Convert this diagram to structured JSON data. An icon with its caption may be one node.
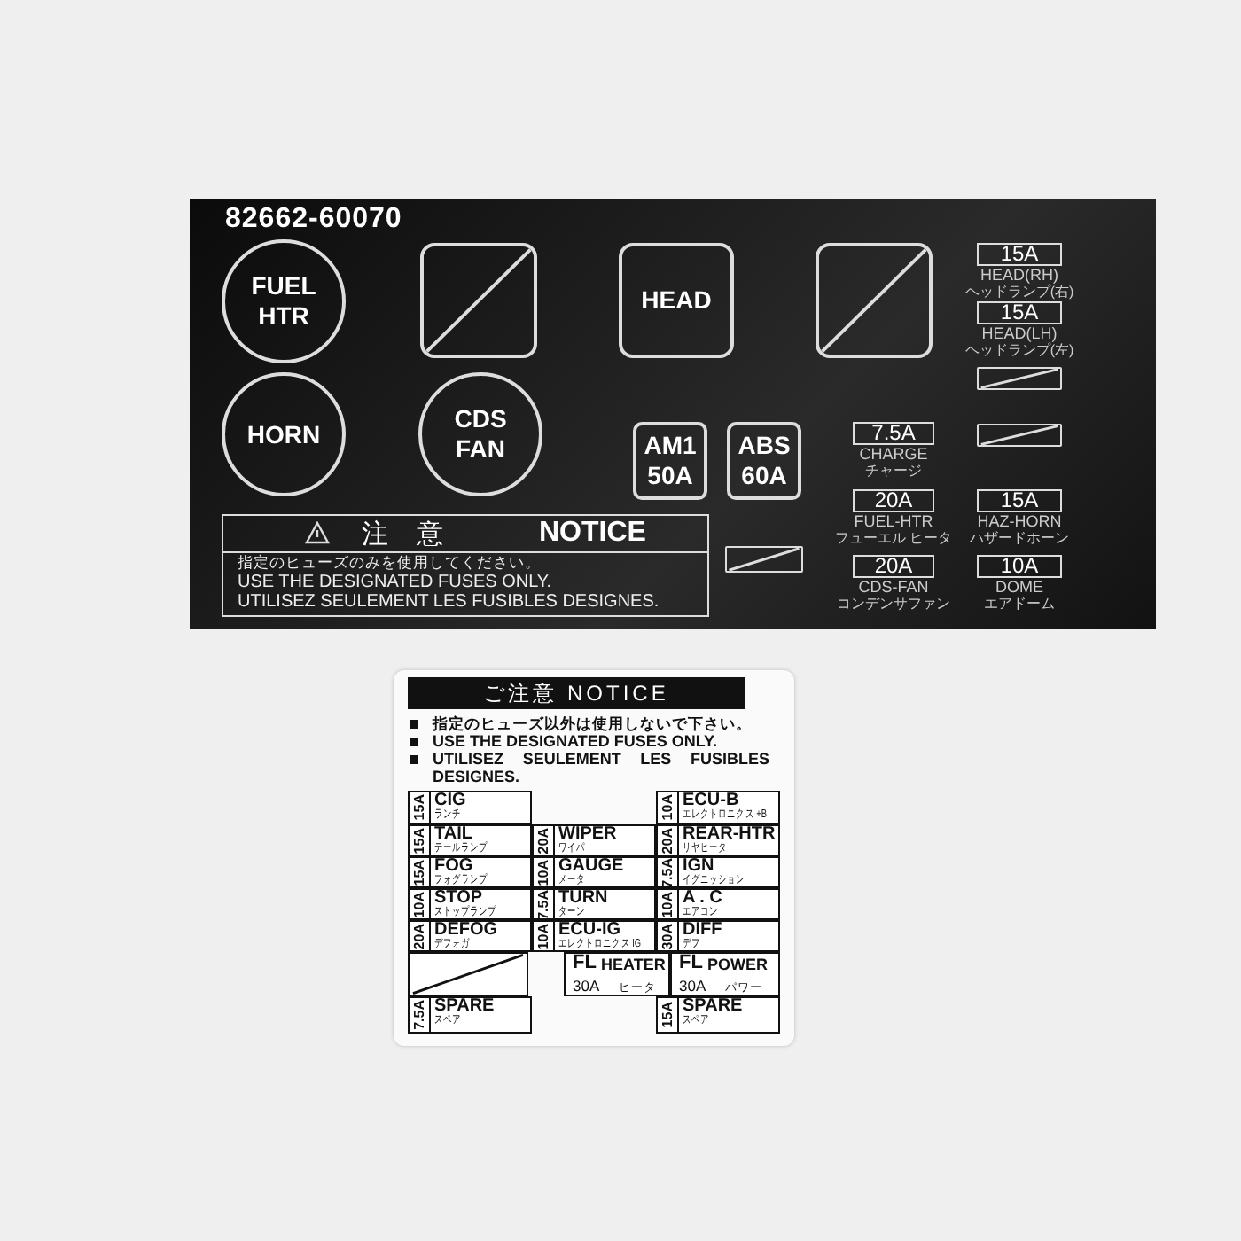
{
  "diagram": {
    "nodes": [
      {
        "text": [
          "82662-60070"
        ]
      },
      {
        "text": [
          "FUEL HTR"
        ],
        "in": 0
      },
      {
        "text": [],
        "shape": "box",
        "in": 0
      },
      {
        "text": [
          "HEAD"
        ],
        "in": 0
      },
      {
        "text": [],
        "shape": "box",
        "in": 0
      },
      {
        "text": [
          "15A"
        ],
        "beside": [
          "HEAD(RH)",
          "ヘッドランプ(右)"
        ],
        "in": 0
      },
      {
        "text": [
          "15A"
        ],
        "beside": [
          "HEAD(LH)",
          "ヘッドランプ(左)"
        ],
        "in": 0
      },
      {
        "text": [],
        "shape": "box",
        "in": 0
      },
      {
        "text": [
          "HORN"
        ],
        "in": 0
      },
      {
        "text": [
          "CDS FAN"
        ],
        "in": 0
      },
      {
        "text": [
          "AM1 50A"
        ],
        "in": 0
      },
      {
        "text": [
          "ABS 60A"
        ],
        "in": 0
      },
      {
        "text": [
          "7.5A"
        ],
        "beside": [
          "CHARGE",
          "チャージ"
        ],
        "in": 0
      },
      {
        "text": [],
        "shape": "box",
        "in": 0
      },
      {
        "text": [
          "20A"
        ],
        "beside": [
          "FUEL-HTR",
          "フューエル ヒータ"
        ],
        "in": 0
      },
      {
        "text": [
          "15A"
        ],
        "beside": [
          "HAZ-HORN",
          "ハザードホーン"
        ],
        "in": 0
      },
      {
        "text": [
          "注 意",
          "NOTICE",
          "指定のヒューズのみを使用してください。",
          "USE THE DESIGNATED FUSES ONLY.",
          "UTILISEZ SEULEMENT LES FUSIBLES DESIGNES."
        ],
        "in": 0
      },
      {
        "text": [],
        "shape": "box",
        "in": 0
      },
      {
        "text": [
          "20A"
        ],
        "beside": [
          "CDS-FAN",
          "コンデンサファン"
        ],
        "in": 0
      },
      {
        "text": [
          "10A"
        ],
        "beside": [
          "DOME",
          "エアドーム"
        ],
        "in": 0
      },
      {
        "text": [
          "ご注意 NOTICE",
          "指定のヒューズ以外は使用しないで下さい。",
          "USE THE DESIGNATED FUSES ONLY.",
          "UTILISEZ SEULEMENT LES FUSIBLES DESIGNES."
        ]
      },
      {
        "text": [
          "15A",
          "CIG",
          "ランチ"
        ],
        "in": 20
      },
      {
        "text": [
          "10A",
          "ECU-B",
          "エレクトロニクス +B"
        ],
        "in": 20
      },
      {
        "text": [
          "15A",
          "TAIL",
          "テールランプ"
        ],
        "in": 20
      },
      {
        "text": [
          "20A",
          "WIPER",
          "ワイパ"
        ],
        "in": 20
      },
      {
        "text": [
          "20A",
          "REAR-HTR",
          "リヤヒータ"
        ],
        "in": 20
      },
      {
        "text": [
          "15A",
          "FOG",
          "フォグランプ"
        ],
        "in": 20
      },
      {
        "text": [
          "10A",
          "GAUGE",
          "メータ"
        ],
        "in": 20
      },
      {
        "text": [
          "7.5A",
          "IGN",
          "イグニッション"
        ],
        "in": 20
      },
      {
        "text": [
          "10A",
          "STOP",
          "ストップランプ"
        ],
        "in": 20
      },
      {
        "text": [
          "7.5A",
          "TURN",
          "ターン"
        ],
        "in": 20
      },
      {
        "text": [
          "10A",
          "A . C",
          "エアコン"
        ],
        "in": 20
      },
      {
        "text": [
          "20A",
          "DEFOG",
          "デフォガ"
        ],
        "in": 20
      },
      {
        "text": [
          "10A",
          "ECU-IG",
          "エレクトロニクス IG"
        ],
        "in": 20
      },
      {
        "text": [
          "30A",
          "DIFF",
          "デフ"
        ],
        "in": 20
      },
      {
        "text": [],
        "shape": "box",
        "in": 20
      },
      {
        "text": [
          "FL",
          "HEATER",
          "30A",
          "ヒータ"
        ],
        "in": 20
      },
      {
        "text": [
          "FL",
          "POWER",
          "30A",
          "パワー"
        ],
        "in": 20
      },
      {
        "text": [
          "7.5A",
          "SPARE",
          "スペア"
        ],
        "in": 20
      },
      {
        "text": [
          "15A",
          "SPARE",
          "スペア"
        ],
        "in": 20
      }
    ]
  }
}
